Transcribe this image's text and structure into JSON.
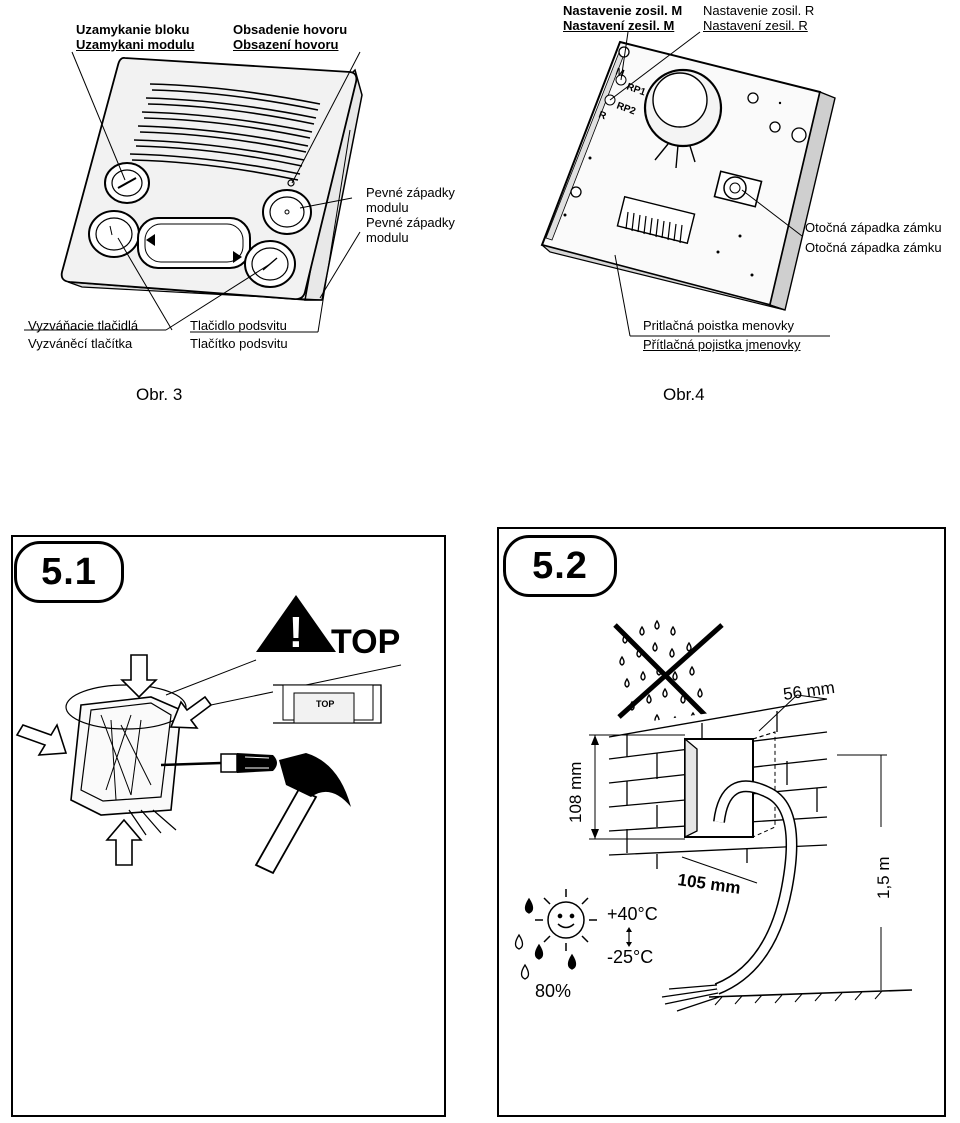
{
  "fig3": {
    "lock_block": [
      "Uzamykanie bloku",
      "Uzamykani modulu"
    ],
    "call_busy": [
      "Obsadenie hovoru",
      "Obsazení hovoru"
    ],
    "fixed_latches": [
      "Pevné západky",
      "modulu",
      "Pevné západky",
      "modulu"
    ],
    "call_buttons": [
      "Vyzváňacie tlačidlá",
      "Vyzváněcí tlačítka"
    ],
    "backlight_button": [
      "Tlačidlo podsvitu",
      "Tlačítko podsvitu"
    ],
    "caption": "Obr. 3"
  },
  "fig4": {
    "amp_m": [
      "Nastavenie zosil. M",
      "Nastavení zesil. M"
    ],
    "amp_r": [
      "Nastavenie zosil. R",
      "Nastavení zesil. R"
    ],
    "lock_latch": [
      "Otočná západka zámku",
      "Otočná západka zámku"
    ],
    "name_clip": [
      "Pritlačná poistka menovky",
      "Přítlačná pojistka jmenovky"
    ],
    "board_labels": [
      "M",
      "RP1",
      "RP2",
      "R"
    ],
    "caption": "Obr.4"
  },
  "step51": {
    "number": "5.1",
    "warning": "!",
    "top_label": "TOP",
    "box_label": "TOP"
  },
  "step52": {
    "number": "5.2",
    "depth": "56 mm",
    "height": "108 mm",
    "width": "105 mm",
    "mount_height": "1,5 m",
    "temp_max": "+40°C",
    "temp_min": "-25°C",
    "humidity": "80%"
  }
}
